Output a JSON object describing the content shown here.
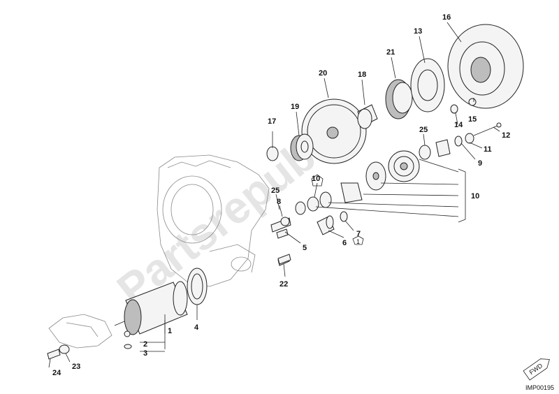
{
  "diagram": {
    "callouts": [
      "1",
      "2",
      "3",
      "4",
      "5",
      "6",
      "7",
      "8",
      "9",
      "10",
      "11",
      "12",
      "13",
      "14",
      "15",
      "16",
      "17",
      "18",
      "19",
      "20",
      "21",
      "22",
      "23",
      "24",
      "25",
      "25",
      "10",
      "1"
    ],
    "watermark": "Partsrepublik",
    "fwd_label": "FWD",
    "ref_code": "IMP00195"
  }
}
